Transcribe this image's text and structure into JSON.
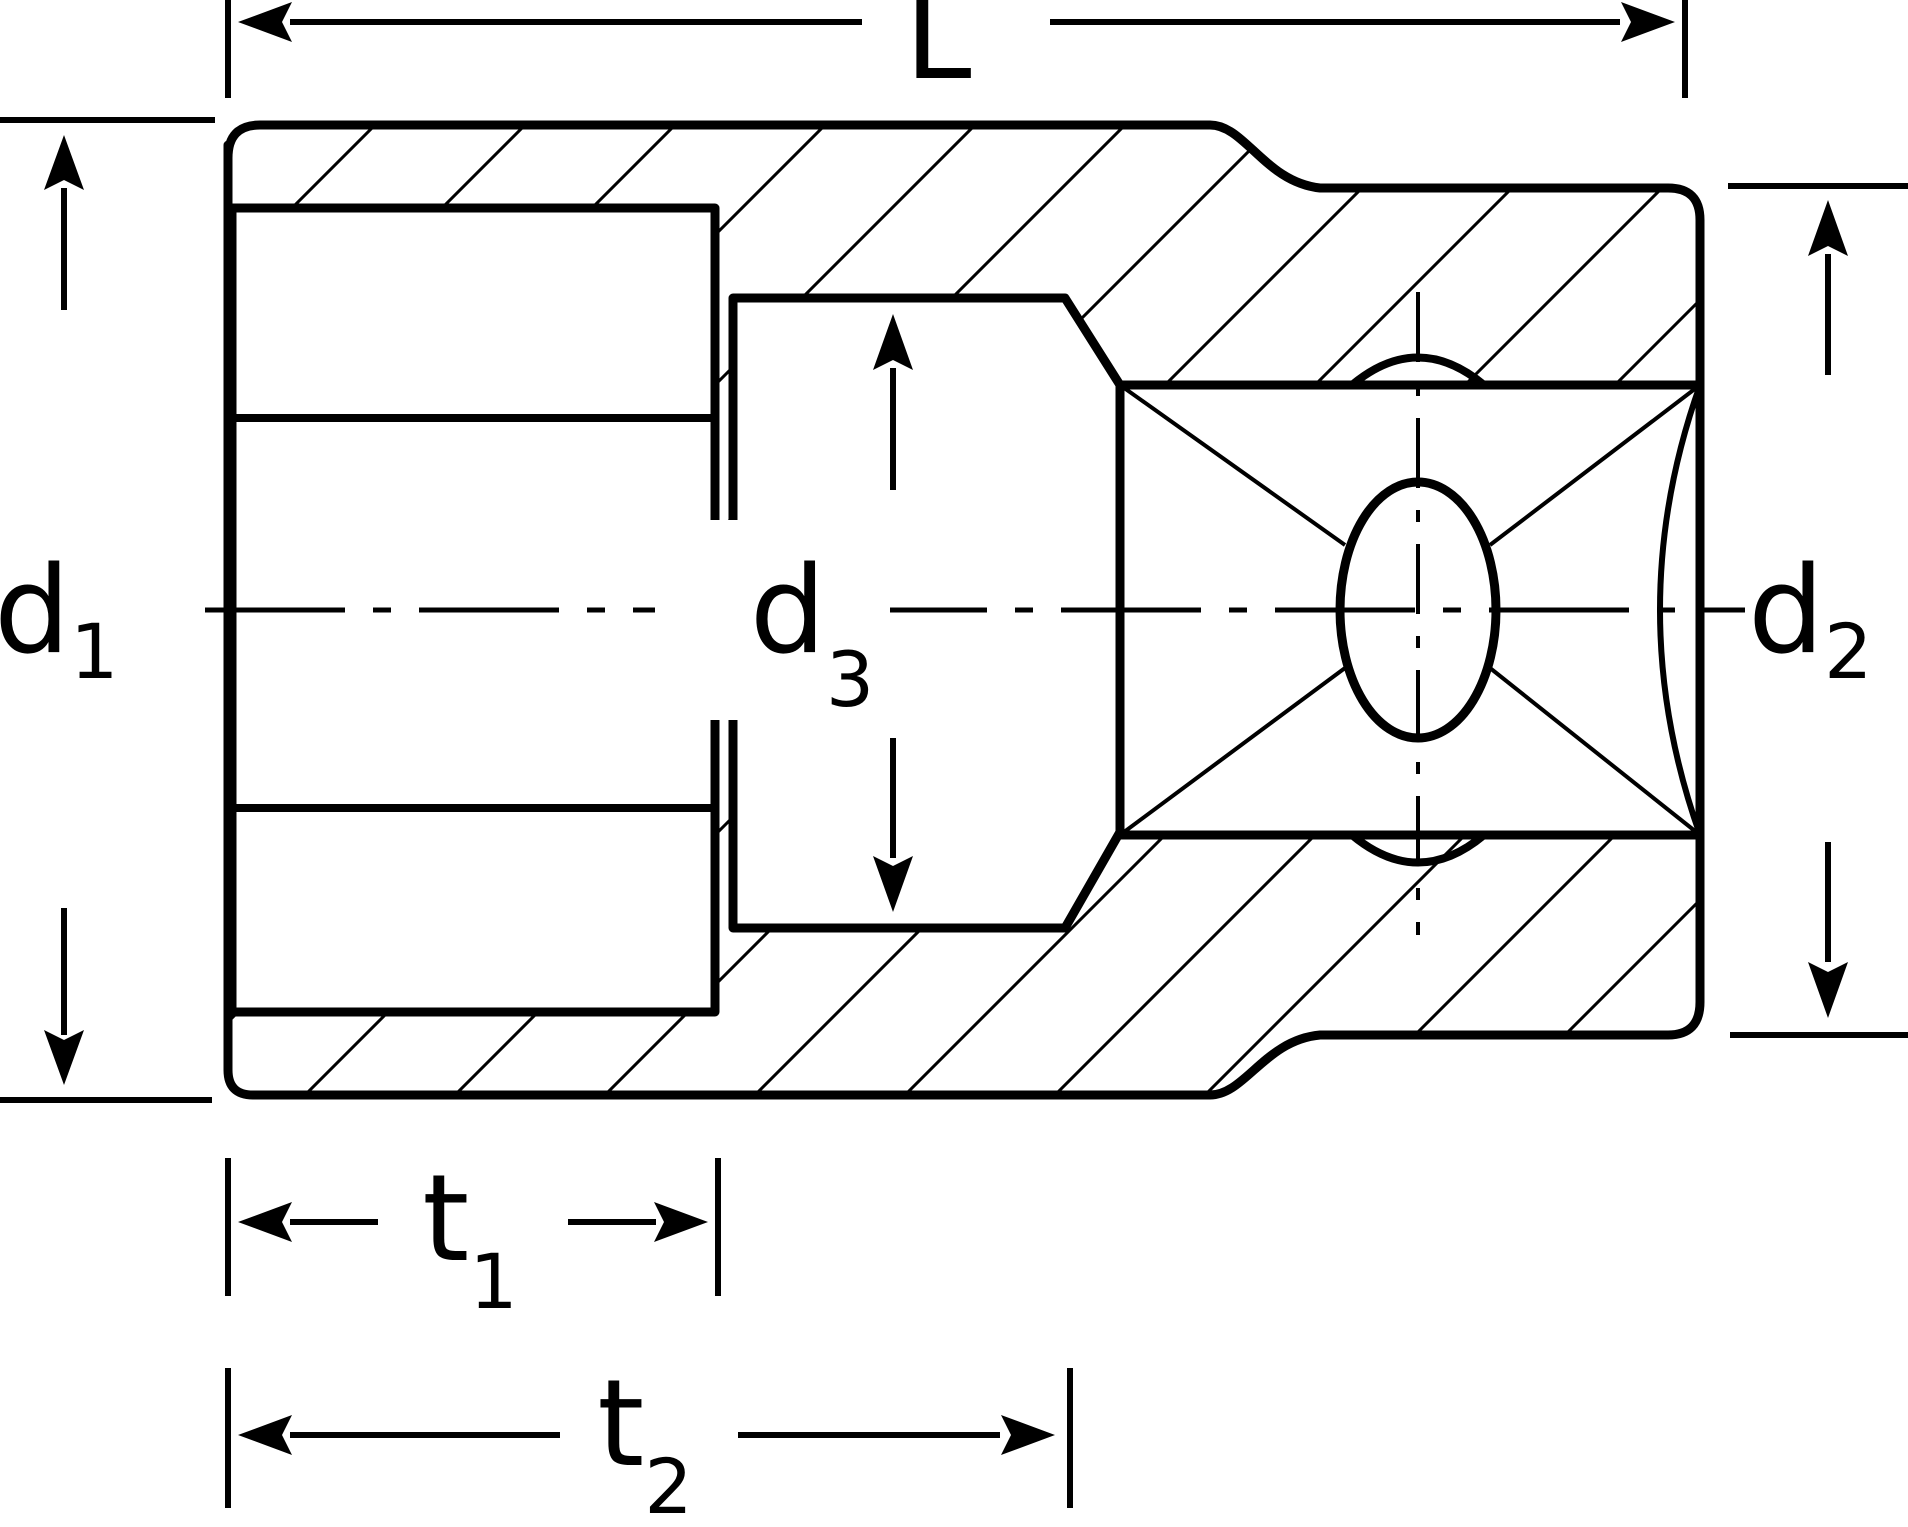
{
  "colors": {
    "ink": "#000000",
    "paper": "#ffffff"
  },
  "labels": {
    "L": {
      "main": "L",
      "sub": ""
    },
    "d1": {
      "main": "d",
      "sub": "1"
    },
    "d2": {
      "main": "d",
      "sub": "2"
    },
    "d3": {
      "main": "d",
      "sub": "3"
    },
    "t1": {
      "main": "t",
      "sub": "1"
    },
    "t2": {
      "main": "t",
      "sub": "2"
    }
  }
}
